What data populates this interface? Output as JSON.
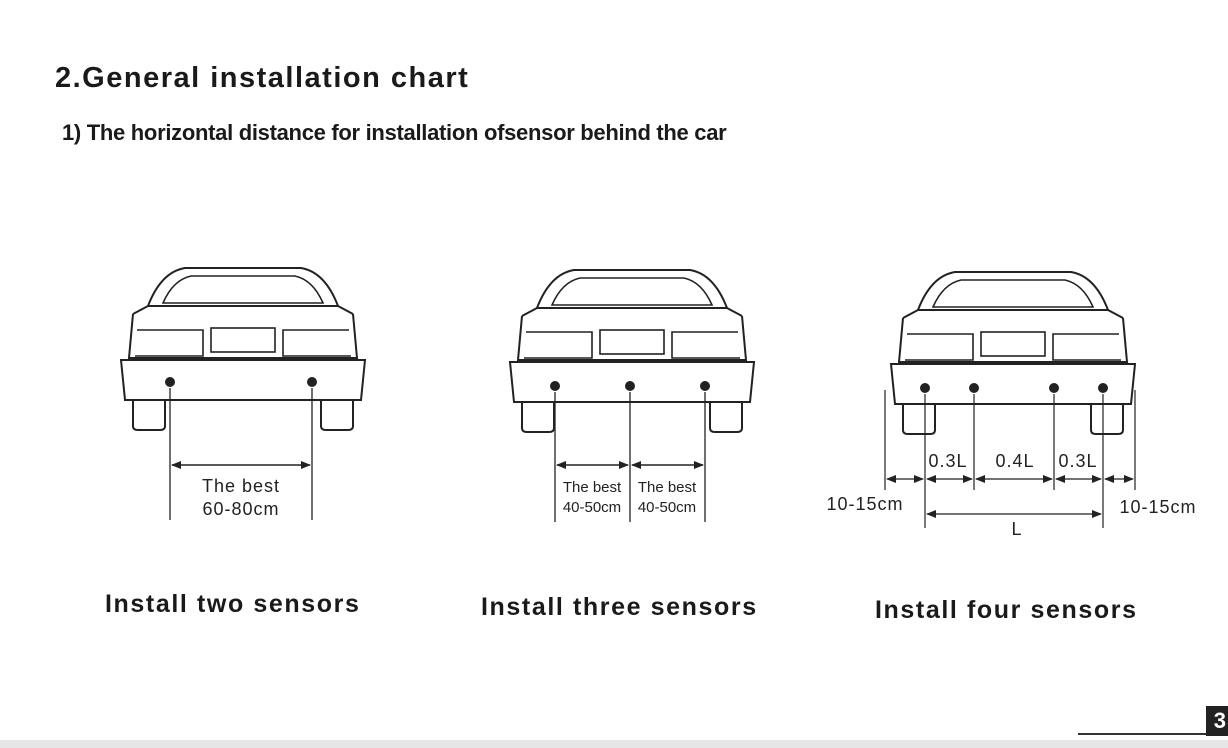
{
  "heading": "2.General installation chart",
  "subheading": "1) The horizontal distance for installation ofsensor behind the car",
  "diagrams": [
    {
      "caption": "Install two sensors",
      "labels": {
        "best": "The best",
        "distance": "60-80cm"
      }
    },
    {
      "caption": "Install three sensors",
      "labels": {
        "best_left": "The best",
        "distance_left": "40-50cm",
        "best_right": "The best",
        "distance_right": "40-50cm"
      }
    },
    {
      "caption": "Install four sensors",
      "labels": {
        "outer_left": "10-15cm",
        "outer_right": "10-15cm",
        "seg1": "0.3L",
        "seg2": "0.4L",
        "seg3": "0.3L",
        "total": "L"
      }
    }
  ],
  "page_number": "3"
}
